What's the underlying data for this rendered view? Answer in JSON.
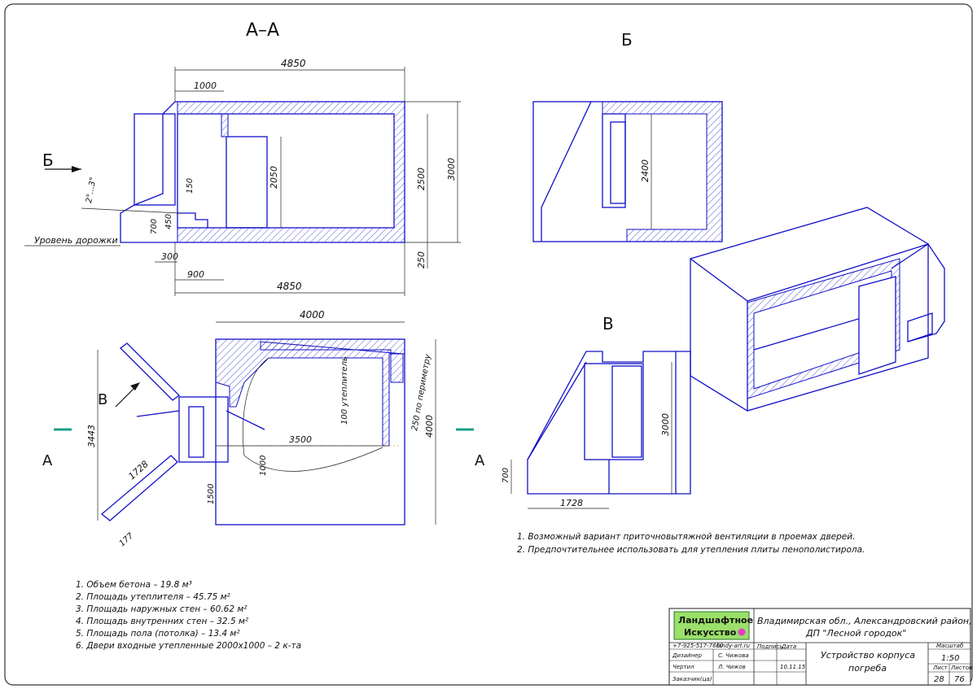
{
  "views": {
    "section_aa": "А–А",
    "view_b": "Б",
    "view_v": "В",
    "cut_a_left": "А",
    "cut_a_right": "А",
    "arrow_b": "Б",
    "arrow_v": "В"
  },
  "dimensions": {
    "d4850_top": "4850",
    "d1000": "1000",
    "d2050": "2050",
    "d2500": "2500",
    "d3000": "3000",
    "d150": "150",
    "d450": "450",
    "d700": "700",
    "d300": "300",
    "d900": "900",
    "d4850_bottom": "4850",
    "d250": "250",
    "slope": "2°...3°",
    "path_level": "Уровень дорожки",
    "d2400": "2400",
    "d4000_top": "4000",
    "d4000_side": "4000",
    "d3443": "3443",
    "d1728_plan": "1728",
    "d177": "177",
    "d1500": "1500",
    "d1000_plan": "1000",
    "d3500": "3500",
    "insul_100": "100 утеплитель",
    "perimeter_250": "250 по периметру",
    "d3000_v": "3000",
    "d700_v": "700",
    "d1728_v": "1728"
  },
  "notes_right": [
    "1. Возможный вариант приточновытяжной вентиляции в проемах дверей.",
    "2. Предпочтительнее использовать для утепления плиты пенополистирола."
  ],
  "notes_left": [
    "1. Объем бетона – 19.8 м³",
    "2. Площадь утеплителя – 45.75 м²",
    "3. Площадь наружных стен – 60.62 м²",
    "4. Площадь внутренних стен – 32.5 м²",
    "5. Площадь пола (потолка) – 13.4 м²",
    "6. Двери входные утепленные 2000х1000 – 2 к-та"
  ],
  "title_block": {
    "logo_line1": "Ландшафтное",
    "logo_line2": "Искусство",
    "phone": "+7-925-517-7660",
    "site": "landy-art.ru",
    "address_line1": "Владимирская обл., Александровский район,",
    "address_line2": "ДП \"Лесной городок\"",
    "designer_label": "Дизайнер",
    "designer_name": "С. Чижова",
    "drafter_label": "Чертил",
    "drafter_name": "Л. Чижов",
    "customer_label": "Заказчик(ца)",
    "sign_label": "Подпись",
    "date_label": "Дата",
    "date": "10.11.15",
    "title_line1": "Устройство корпуса",
    "title_line2": "погреба",
    "scale_label": "Масштаб",
    "scale": "1:50",
    "sheet_label": "Лист",
    "sheets_label": "Листов",
    "sheet": "28",
    "sheets": "76"
  },
  "colors": {
    "ink": "#1010c8",
    "logo_bg": "#9be06a",
    "logo_dot": "#e63cc8",
    "axis": "#d4a94a",
    "cut_mark": "#1aa08c"
  }
}
